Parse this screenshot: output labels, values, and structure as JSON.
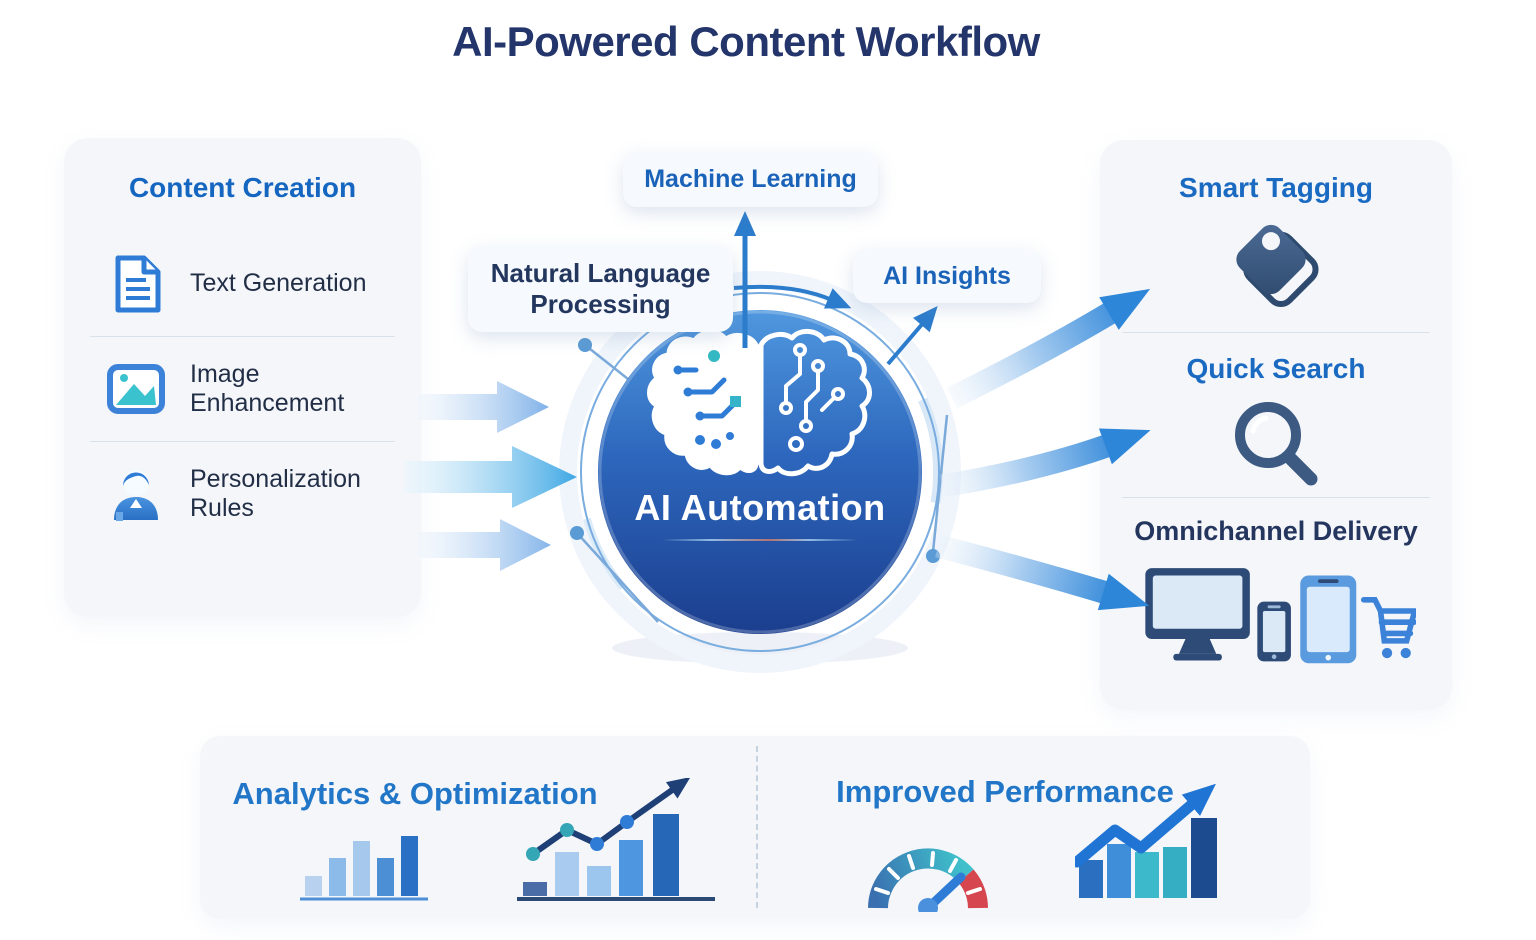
{
  "title": "AI-Powered Content Workflow",
  "left_panel": {
    "title": "Content Creation",
    "items": [
      {
        "label": "Text Generation",
        "icon": "document-icon"
      },
      {
        "label": "Image Enhancement",
        "icon": "image-icon"
      },
      {
        "label": "Personalization Rules",
        "icon": "person-icon"
      }
    ]
  },
  "center": {
    "core_label": "AI Automation",
    "core_icon": "brain-circuit-icon",
    "callouts": {
      "top": "Machine Learning",
      "left": "Natural Language Processing",
      "right": "AI Insights"
    }
  },
  "right_panel": {
    "sections": [
      {
        "title": "Smart Tagging",
        "icon": "tag-icon"
      },
      {
        "title": "Quick Search",
        "icon": "search-icon"
      },
      {
        "title": "Omnichannel Delivery",
        "icon": "devices-icons"
      }
    ]
  },
  "bottom_panel": {
    "left": {
      "title": "Analytics & Optimization",
      "icons": [
        "bar-chart-icon",
        "trend-chart-icon"
      ],
      "bar_chart_values": [
        20,
        38,
        55,
        38,
        60
      ],
      "trend_chart_values": [
        14,
        44,
        30,
        56,
        82
      ]
    },
    "right": {
      "title": "Improved Performance",
      "icons": [
        "gauge-icon",
        "growth-chart-icon"
      ],
      "growth_chart_values": [
        36,
        54,
        46,
        50,
        80
      ]
    }
  },
  "colors": {
    "accent_blue": "#1a6ac2",
    "navy_text": "#23365e",
    "title_navy": "#23356b",
    "panel_bg": "#f4f6fa",
    "circle_top": "#5098df",
    "circle_bottom": "#1b3e8e",
    "teal": "#3cc3cf",
    "red": "#d5464f",
    "arrow_blue": "#2e86d9"
  }
}
